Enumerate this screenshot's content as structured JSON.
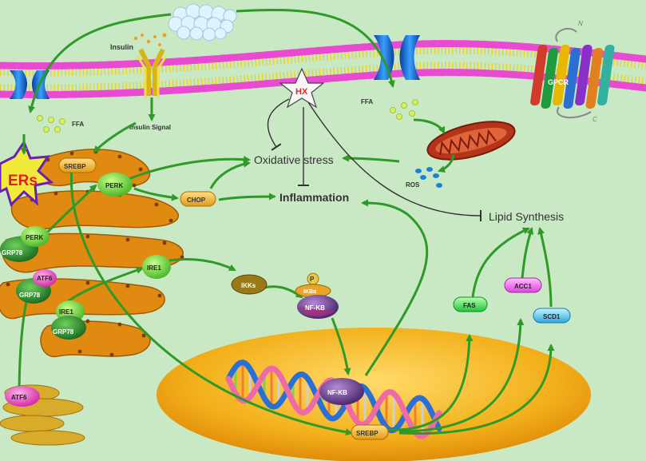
{
  "labels": {
    "insulin": "Insulin",
    "ffa_left": "FFA",
    "ffa_right": "FFA",
    "insulin_signal": "Insulin Signal",
    "hx": "HX",
    "gpcr": "GPCR",
    "n_term": "N",
    "c_term": "C",
    "ers": "ERs",
    "srebp_top": "SREBP",
    "perk_top": "PERK",
    "perk_bound": "PERK",
    "grp78_a": "GRP78",
    "atf6_er": "ATF6",
    "grp78_b": "GRP78",
    "ire1_bound": "IRE1",
    "grp78_c": "GRP78",
    "ire1_free": "IRE1",
    "atf6_golgi": "ATF6",
    "chop": "CHOP",
    "oxidative_stress": "Oxidative stress",
    "inflammation": "Inflammation",
    "ros": "ROS",
    "lipid_synthesis": "Lipid Synthesis",
    "ikks": "IKKs",
    "p": "P",
    "ikba": "IKBα",
    "nfkb_cyto": "NF-KB",
    "nfkb_nuc": "NF-KB",
    "srebp_nuc": "SREBP",
    "fas": "FAS",
    "acc1": "ACC1",
    "scd1": "SCD1"
  },
  "colors": {
    "background": "#c9e8c4",
    "arrow": "#2e9a27",
    "inhibit_line": "#333333",
    "membrane_head": "#e84bd2",
    "membrane_tail": "#e8d431",
    "er": "#e08a12",
    "nucleus": "#f0a712",
    "mitochondrion": "#c0391d",
    "ers_star": "#6a1fb8",
    "gpcr_bars": [
      "#d23b2b",
      "#1f9a3e",
      "#e6b800",
      "#2b6fd1",
      "#8b2fc9",
      "#e08020",
      "#33b0a0"
    ]
  }
}
